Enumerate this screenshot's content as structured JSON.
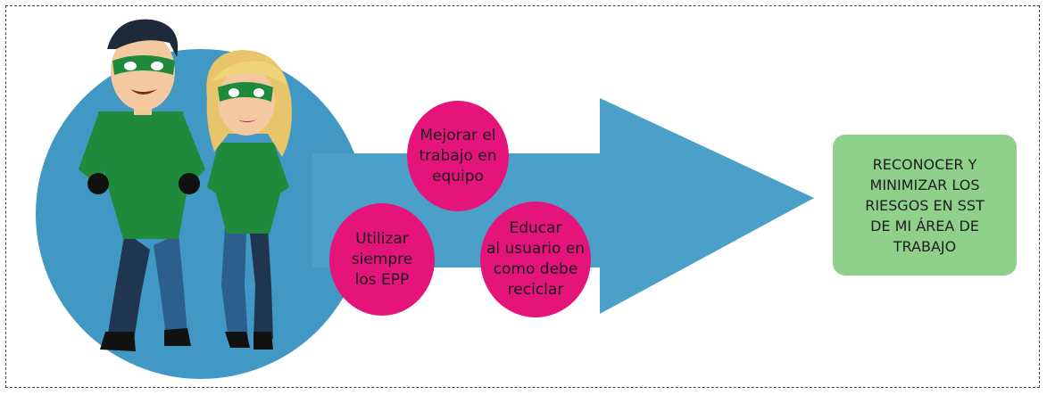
{
  "colors": {
    "circle": "#4298c4",
    "arrow": "#4ba0c9",
    "bubble": "#e5147a",
    "goal_box": "#8fd18a",
    "suit_green": "#1f8a3c",
    "suit_blue": "#2c5f8c"
  },
  "bubbles": [
    {
      "text": "Mejorar el\ntrabajo en\nequipo"
    },
    {
      "text": "Utilizar\nsiempre\nlos EPP"
    },
    {
      "text": "Educar\nal usuario en\ncomo debe\nreciclar"
    }
  ],
  "goal": {
    "text": "RECONOCER Y\nMINIMIZAR LOS\nRIESGOS EN SST\nDE MI ÁREA DE\nTRABAJO"
  }
}
